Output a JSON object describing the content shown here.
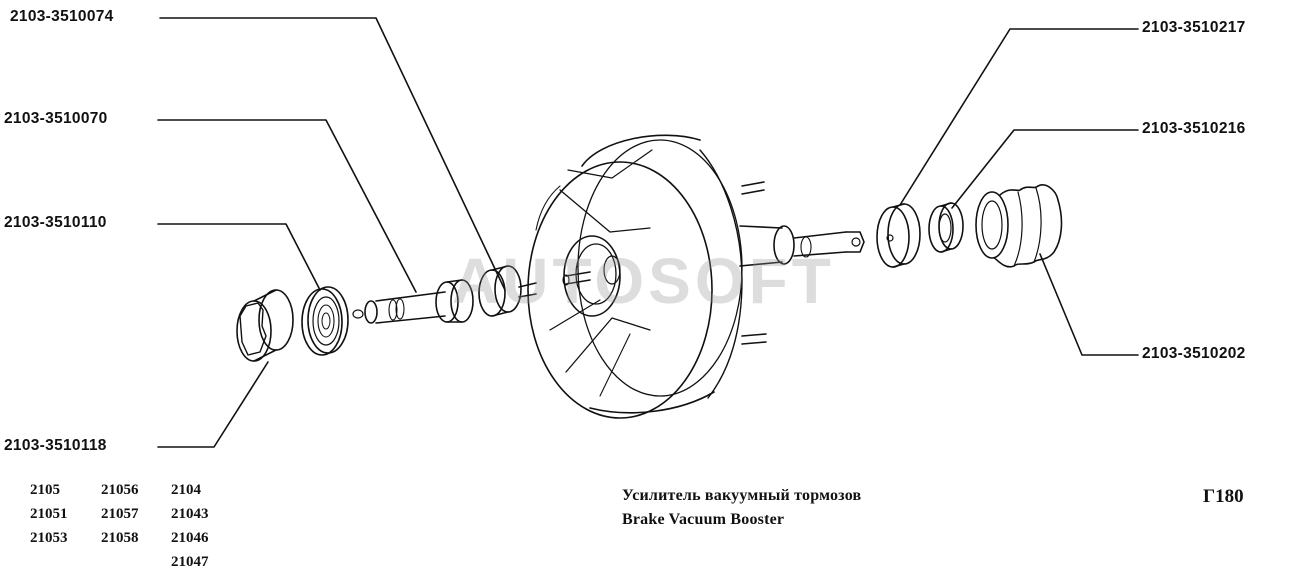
{
  "parts": {
    "p1": "2103-3510074",
    "p2": "2103-3510070",
    "p3": "2103-3510110",
    "p4": "2103-3510118",
    "p5": "2103-3510217",
    "p6": "2103-3510216",
    "p7": "2103-3510202"
  },
  "models": {
    "col1": [
      "2105",
      "21051",
      "21053"
    ],
    "col2": [
      "21056",
      "21057",
      "21058"
    ],
    "col3": [
      "2104",
      "21043",
      "21046",
      "21047"
    ]
  },
  "caption": {
    "ru": "Усилитель вакуумный тормозов",
    "en": "Brake Vacuum Booster"
  },
  "sheet_code": "Г180",
  "watermark": "AUTOSOFT",
  "colors": {
    "ink": "#111111",
    "watermark": "#969696"
  }
}
